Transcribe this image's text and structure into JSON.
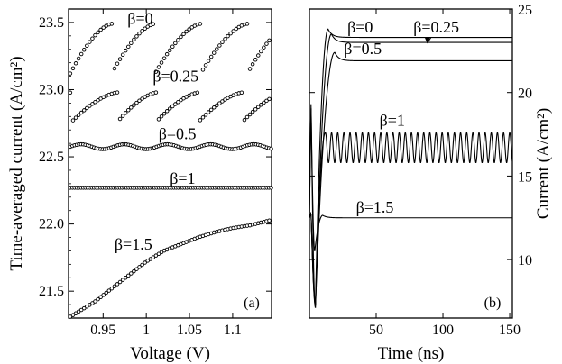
{
  "chart_data": [
    {
      "type": "scatter",
      "panel_label": "(a)",
      "xlabel": "Voltage (V)",
      "ylabel": "Time-averaged current (A/cm²)",
      "xlim": [
        0.91,
        1.145
      ],
      "ylim": [
        21.3,
        23.6
      ],
      "xticks": [
        {
          "value": 0.95,
          "label": "0.95"
        },
        {
          "value": 1.0,
          "label": "1"
        },
        {
          "value": 1.05,
          "label": "1.05"
        },
        {
          "value": 1.1,
          "label": "1.1"
        }
      ],
      "yticks": [
        {
          "value": 21.5,
          "label": "21.5"
        },
        {
          "value": 22.0,
          "label": "22.0"
        },
        {
          "value": 22.5,
          "label": "22.5"
        },
        {
          "value": 23.0,
          "label": "23.0"
        },
        {
          "value": 23.5,
          "label": "23.5"
        }
      ],
      "grid": false,
      "series": [
        {
          "name": "β=0",
          "kind": "sawtooth",
          "low": 23.12,
          "high": 23.49,
          "resets": [
            0.912,
            0.96,
            1.01,
            1.063,
            1.117
          ],
          "x_start": 0.912,
          "x_end": 1.145,
          "label_x": 0.993,
          "label_y": 23.53
        },
        {
          "name": "β=0.25",
          "kind": "sawtooth",
          "low": 22.77,
          "high": 22.98,
          "resets": [
            0.915,
            0.968,
            1.013,
            1.062,
            1.113
          ],
          "x_start": 0.912,
          "x_end": 1.145,
          "label_x": 1.034,
          "label_y": 23.1
        },
        {
          "name": "β=0.5",
          "kind": "wave",
          "mean": 22.575,
          "amplitude": 0.018,
          "period": 0.05,
          "x_start": 0.912,
          "x_end": 1.145,
          "label_x": 1.036,
          "label_y": 22.67
        },
        {
          "name": "β=1",
          "kind": "flat",
          "value": 22.27,
          "x_start": 0.912,
          "x_end": 1.145,
          "label_x": 1.042,
          "label_y": 22.34
        },
        {
          "name": "β=1.5",
          "kind": "curve",
          "x": [
            0.912,
            0.94,
            0.96,
            0.98,
            1.0,
            1.02,
            1.04,
            1.06,
            1.08,
            1.1,
            1.12,
            1.145
          ],
          "y": [
            21.31,
            21.42,
            21.52,
            21.62,
            21.72,
            21.8,
            21.85,
            21.9,
            21.94,
            21.97,
            21.99,
            22.03
          ],
          "label_x": 0.985,
          "label_y": 21.85
        }
      ]
    },
    {
      "type": "line",
      "panel_label": "(b)",
      "xlabel": "Time (ns)",
      "ylabel": "Current (A/cm²)",
      "xlim": [
        0,
        152
      ],
      "ylim": [
        6.5,
        25
      ],
      "xticks": [
        {
          "value": 50,
          "label": "50"
        },
        {
          "value": 100,
          "label": "100"
        },
        {
          "value": 150,
          "label": "150"
        }
      ],
      "yticks": [
        {
          "value": 10,
          "label": "10"
        },
        {
          "value": 15,
          "label": "15"
        },
        {
          "value": 20,
          "label": "20"
        },
        {
          "value": 25,
          "label": "25"
        }
      ],
      "grid": false,
      "series": [
        {
          "name": "β=0",
          "plateau": 23.3,
          "label_x": 38,
          "label_y": 23.5
        },
        {
          "name": "β=0.25",
          "plateau": 23.0,
          "label_x": 95,
          "label_y": 23.5
        },
        {
          "name": "β=0.5",
          "plateau": 21.9,
          "label_x": 40,
          "label_y": 22.2
        },
        {
          "name": "β=1",
          "mean": 16.7,
          "amplitude": 0.9,
          "period": 4.6,
          "label_x": 62,
          "label_y": 17.9
        },
        {
          "name": "β=1.5",
          "plateau": 12.5,
          "label_x": 49,
          "label_y": 12.7
        }
      ]
    }
  ]
}
